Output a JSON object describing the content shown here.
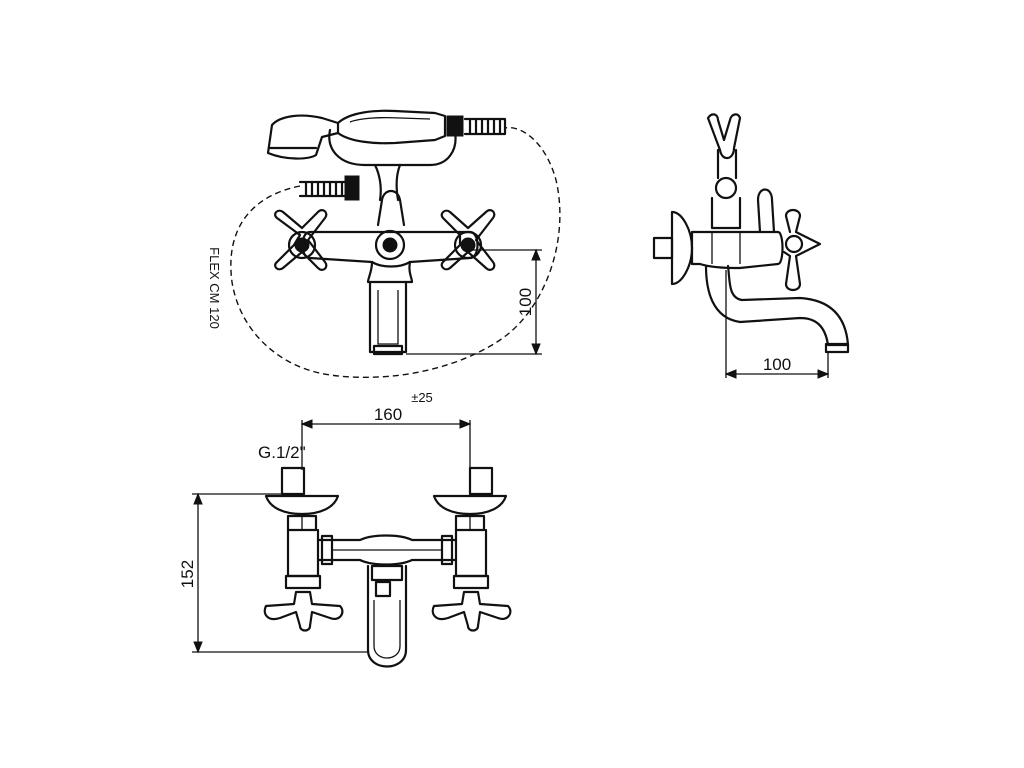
{
  "labels": {
    "flex": "FLEX CM 120",
    "front_height": "100",
    "side_depth": "100",
    "spacing": "160",
    "spacing_tolerance": "±25",
    "thread": "G.1/2\"",
    "bottom_height": "152"
  }
}
